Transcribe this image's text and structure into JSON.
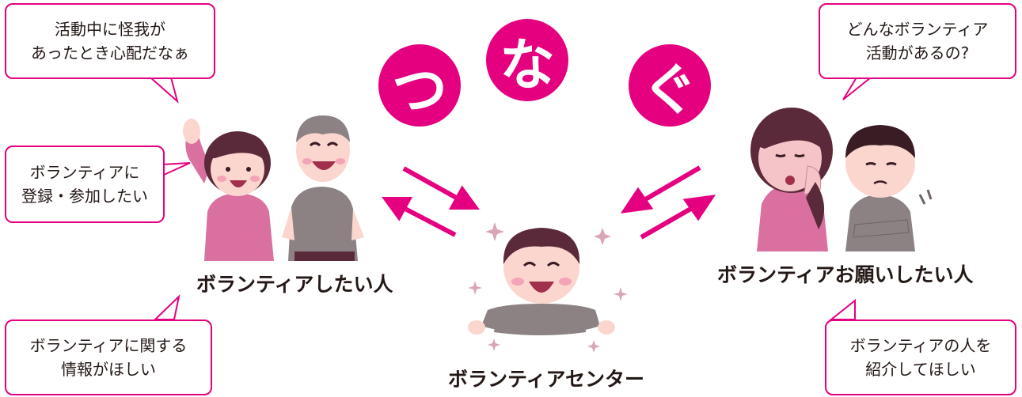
{
  "title": {
    "chars": [
      "つ",
      "な",
      "ぐ"
    ]
  },
  "bubbles": {
    "injury": {
      "lines": [
        "活動中に怪我が",
        "あったとき心配だなぁ"
      ]
    },
    "register": {
      "lines": [
        "ボランティアに",
        "登録・参加したい"
      ]
    },
    "info": {
      "lines": [
        "ボランティアに関する",
        "情報がほしい"
      ]
    },
    "activities": {
      "lines": [
        "どんなボランティア",
        "活動があるの?"
      ]
    },
    "introduce": {
      "lines": [
        "ボランティアの人を",
        "紹介してほしい"
      ]
    }
  },
  "labels": {
    "volunteer": "ボランティアしたい人",
    "center": "ボランティアセンター",
    "requester": "ボランティアお願いしたい人"
  },
  "colors": {
    "accent": "#e4007f",
    "shirt_pink": "#d9709f",
    "shirt_gray": "#8c8283",
    "skin": "#fbd6cf",
    "hair": "#5b2a3a"
  }
}
